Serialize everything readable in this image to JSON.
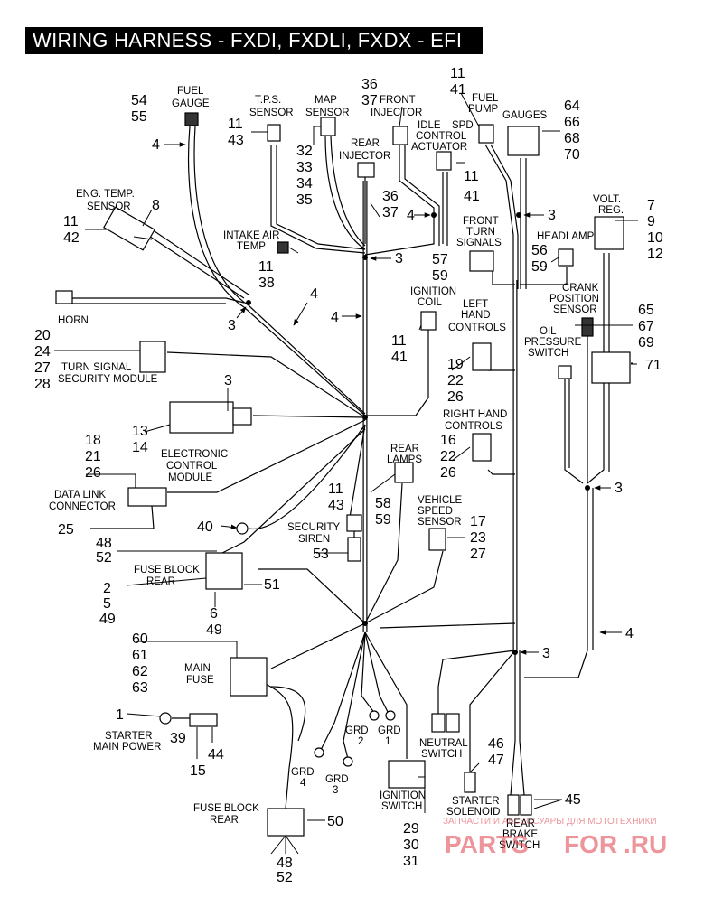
{
  "title": "WIRING HARNESS - FXDI, FXDLI, FXDX - EFI",
  "components": {
    "fuel_gauge": {
      "label": [
        "FUEL",
        "GAUGE"
      ],
      "refs": [
        "54",
        "55"
      ]
    },
    "tps_sensor": {
      "label": [
        "T.P.S.",
        "SENSOR"
      ],
      "refs": [
        "11",
        "43"
      ]
    },
    "map_sensor": {
      "label": [
        "MAP",
        "SENSOR"
      ],
      "refs": [
        "32",
        "33",
        "34",
        "35"
      ]
    },
    "front_injector": {
      "label": [
        "FRONT",
        "INJECTOR"
      ],
      "refs": [
        "36",
        "37"
      ]
    },
    "rear_injector": {
      "label": [
        "REAR",
        "INJECTOR"
      ],
      "refs": [
        "36",
        "37"
      ]
    },
    "fuel_pump": {
      "label": [
        "FUEL",
        "PUMP"
      ],
      "refs": [
        "11",
        "41"
      ]
    },
    "idle_actuator": {
      "label": [
        "IDLE",
        "SPD",
        "CONTROL",
        "ACTUATOR"
      ],
      "refs": [
        "11",
        "41"
      ]
    },
    "gauges": {
      "label": [
        "GAUGES"
      ],
      "refs": [
        "64",
        "66",
        "68",
        "70"
      ]
    },
    "volt_reg": {
      "label": [
        "VOLT.",
        "REG."
      ],
      "refs": [
        "7",
        "9",
        "10",
        "12"
      ]
    },
    "eng_temp": {
      "label": [
        "ENG. TEMP.",
        "SENSOR"
      ],
      "refs": [
        "11",
        "42",
        "8"
      ]
    },
    "intake_air_temp": {
      "label": [
        "INTAKE AIR",
        "TEMP"
      ],
      "refs": [
        "11",
        "38"
      ]
    },
    "front_turn": {
      "label": [
        "FRONT",
        "TURN",
        "SIGNALS"
      ],
      "refs": [
        "57",
        "59"
      ]
    },
    "headlamp": {
      "label": [
        "HEADLAMP"
      ],
      "refs": [
        "56",
        "59"
      ]
    },
    "horn": {
      "label": [
        "HORN"
      ]
    },
    "ignition_coil": {
      "label": [
        "IGNITION",
        "COIL"
      ],
      "refs": [
        "11",
        "41"
      ]
    },
    "crank_sensor": {
      "label": [
        "CRANK",
        "POSITION",
        "SENSOR"
      ],
      "refs": [
        "65",
        "67",
        "69"
      ]
    },
    "left_hand": {
      "label": [
        "LEFT",
        "HAND",
        "CONTROLS"
      ],
      "refs": [
        "19",
        "22",
        "26"
      ]
    },
    "oil_pressure": {
      "label": [
        "OIL",
        "PRESSURE",
        "SWITCH"
      ],
      "refs": [
        "71"
      ]
    },
    "turn_security": {
      "label": [
        "TURN SIGNAL",
        "SECURITY MODULE"
      ],
      "refs": [
        "20",
        "24",
        "27",
        "28"
      ]
    },
    "ecm": {
      "label": [
        "ELECTRONIC",
        "CONTROL",
        "MODULE"
      ],
      "refs": [
        "13",
        "14"
      ]
    },
    "right_hand": {
      "label": [
        "RIGHT HAND",
        "CONTROLS"
      ],
      "refs": [
        "16",
        "22",
        "26"
      ]
    },
    "data_link": {
      "label": [
        "DATA LINK",
        "CONNECTOR"
      ],
      "refs": [
        "18",
        "21",
        "26",
        "25"
      ]
    },
    "rear_lamps": {
      "label": [
        "REAR",
        "LAMPS"
      ],
      "refs": [
        "58",
        "59"
      ]
    },
    "vss": {
      "label": [
        "VEHICLE",
        "SPEED",
        "SENSOR"
      ],
      "refs": [
        "17",
        "23",
        "27"
      ]
    },
    "security_siren": {
      "label": [
        "SECURITY",
        "SIREN"
      ],
      "refs": [
        "11",
        "43",
        "53"
      ]
    },
    "fuse_block_rear_top": {
      "label": [
        "FUSE BLOCK",
        "REAR"
      ],
      "refs": [
        "48",
        "52",
        "2",
        "5",
        "49",
        "6",
        "49",
        "51"
      ]
    },
    "main_fuse": {
      "label": [
        "MAIN",
        "FUSE"
      ],
      "refs": [
        "60",
        "61",
        "62",
        "63"
      ]
    },
    "starter_power": {
      "label": [
        "STARTER",
        "MAIN POWER"
      ],
      "refs": [
        "1",
        "39",
        "15",
        "44"
      ]
    },
    "grounds": {
      "grd1": [
        "GRD",
        "1"
      ],
      "grd2": [
        "GRD",
        "2"
      ],
      "grd3": [
        "GRD",
        "3"
      ],
      "grd4": [
        "GRD",
        "4"
      ]
    },
    "neutral_switch": {
      "label": [
        "NEUTRAL",
        "SWITCH"
      ]
    },
    "starter_solenoid": {
      "label": [
        "STARTER",
        "SOLENOID"
      ],
      "refs": [
        "46",
        "47"
      ]
    },
    "rear_brake": {
      "label": [
        "REAR",
        "BRAKE",
        "SWITCH"
      ],
      "refs": [
        "45"
      ]
    },
    "ignition_switch": {
      "label": [
        "IGNITION",
        "SWITCH"
      ],
      "refs": [
        "29",
        "30",
        "31"
      ]
    },
    "fuse_block_rear_bottom": {
      "label": [
        "FUSE BLOCK",
        "REAR"
      ],
      "refs": [
        "50",
        "48",
        "52"
      ]
    }
  },
  "callouts": {
    "three": "3",
    "four": "4",
    "forty": "40"
  },
  "watermark": {
    "brand_a": "PARTS",
    "brand_b": "FOR",
    "brand_c": ".RU",
    "tagline": "ЗАПЧАСТИ И АКСЕССУАРЫ ДЛЯ МОТОТЕХНИКИ",
    "color": "#e0404a"
  }
}
